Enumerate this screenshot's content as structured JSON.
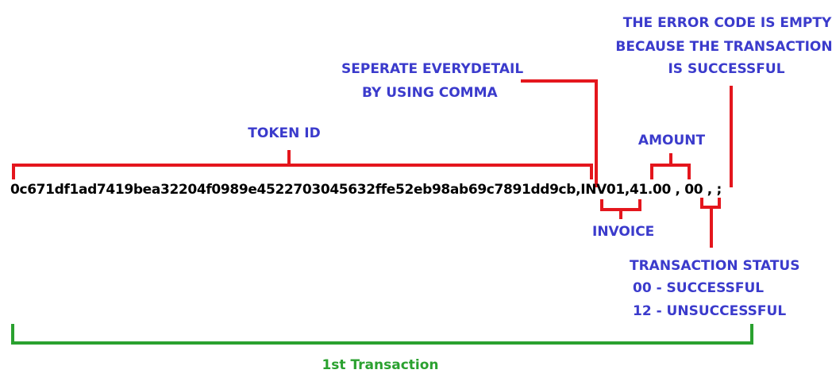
{
  "colors": {
    "annotation": "#3b3bcc",
    "bracket": "#e4161d",
    "transaction": "#2aa12f",
    "data": "#000000"
  },
  "data_string": {
    "token": "0c671df1ad7419bea32204f0989e4522703045632ffe52eb98ab69c7891dd9cb",
    "sep1": ",",
    "invoice": "INV01",
    "sep2": ",",
    "amount": "41.00",
    "sep3": " ,",
    "status": " 00",
    "sep4": " , ;"
  },
  "labels": {
    "token_id": "TOKEN ID",
    "separate_line1": "SEPERATE EVERYDETAIL",
    "separate_line2": "BY USING COMMA",
    "amount": "AMOUNT",
    "error_line1": "THE ERROR CODE IS EMPTY",
    "error_line2": "BECAUSE THE TRANSACTION",
    "error_line3": "IS SUCCESSFUL",
    "invoice": "INVOICE",
    "status_line1": "TRANSACTION STATUS",
    "status_line2": "00 - SUCCESSFUL",
    "status_line3": "12 - UNSUCCESSFUL",
    "transaction": "1st Transaction"
  }
}
